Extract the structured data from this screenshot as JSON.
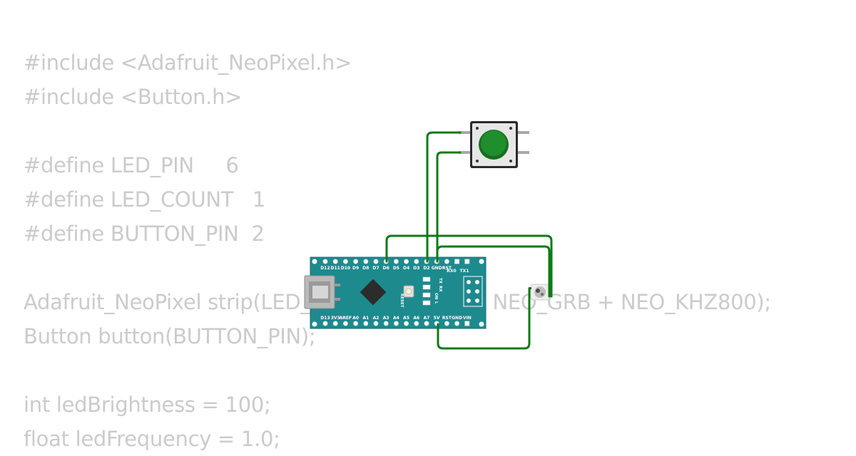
{
  "code_lines": [
    "#include <Adafruit_NeoPixel.h>",
    "#include <Button.h>",
    "",
    "#define LED_PIN     6",
    "#define LED_COUNT   1",
    "#define BUTTON_PIN  2",
    "",
    "Adafruit_NeoPixel strip(LED_COUNT, LED_PIN, NEO_GRB + NEO_KHZ800);",
    "Button button(BUTTON_PIN);",
    "",
    "int ledBrightness = 100;",
    "float ledFrequency = 1.0;"
  ],
  "board": {
    "top_pins": [
      "D12",
      "D11",
      "D10",
      "D9",
      "D8",
      "D7",
      "D6",
      "D5",
      "D4",
      "D3",
      "D2",
      "GND",
      "RST",
      "RX0",
      "TX1"
    ],
    "bottom_pins": [
      "D13",
      "3V3",
      "AREF",
      "A0",
      "A1",
      "A2",
      "A3",
      "A4",
      "A5",
      "A6",
      "A7",
      "5V",
      "RST",
      "GND",
      "VIN"
    ],
    "reset_label": "RESET",
    "leds": [
      "TX",
      "RX",
      "ON",
      "L"
    ]
  },
  "colors": {
    "board": "#1d8a8e",
    "wire": "#0f7a18",
    "button_cap": "#1e8f2a",
    "code_text": "#cbcbcb"
  },
  "icons": {
    "button": "pushbutton-icon",
    "neopixel": "neopixel-led-icon",
    "usb": "usb-port-icon",
    "chip": "microcontroller-chip-icon"
  }
}
